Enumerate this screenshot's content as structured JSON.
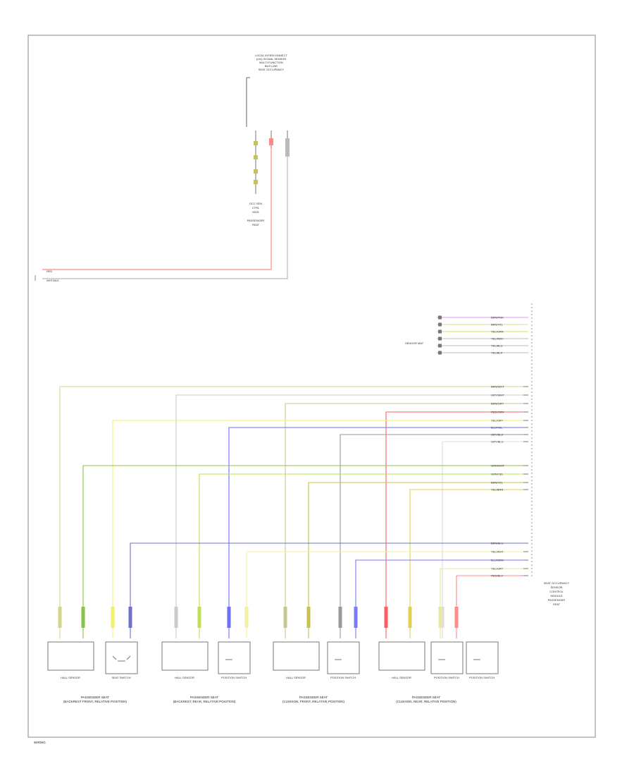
{
  "page_footer": "WIRING",
  "top_module": {
    "title_lines": [
      "LOCAL INTERCONNECT",
      "(LIN) SIGNAL SENSOR",
      "MULTI-FUNCTION",
      "BUS LINE",
      "SEAT OCCUPANCY"
    ],
    "connector_lines": [
      "OCC SEN",
      "CTRL",
      "MOD",
      "PASSENGER",
      "SEAT"
    ]
  },
  "left_wires": [
    {
      "label": "RED",
      "color": "#ff8888"
    },
    {
      "label": "WHT/BLK",
      "color": "#aaaaaa"
    }
  ],
  "right_module": {
    "name_lines": [
      "SEAT OCCUPANCY",
      "SENSOR",
      "CONTROL",
      "MODULE",
      "PASSENGER",
      "SEAT"
    ],
    "side_label": "SENSOR MAT"
  },
  "connector_wires": [
    {
      "label": "BRN/PNK",
      "color": "#f08cf0"
    },
    {
      "label": "BRN/YEL",
      "color": "#d8dc8c"
    },
    {
      "label": "YEL/GRN",
      "color": "#dddd55"
    },
    {
      "label": "YEL/RED",
      "color": "#bbbbbb"
    },
    {
      "label": "YEL/BLU",
      "color": "#bbbbbb"
    },
    {
      "label": "YEL/BLK",
      "color": "#bbbbbb"
    }
  ],
  "bus_wires": [
    {
      "label": "BRN/WHT",
      "color": "#d4d48c"
    },
    {
      "label": "GRY/WHT",
      "color": "#cccccc"
    },
    {
      "label": "BRN/GRY",
      "color": "#c8c890"
    },
    {
      "label": "RED/GRN",
      "color": "#ff5c5c"
    },
    {
      "label": "YEL/GRY",
      "color": "#f0f06a"
    },
    {
      "label": "BLU/YEL",
      "color": "#6e6eff"
    },
    {
      "label": "GRY/BLK",
      "color": "#999999"
    },
    {
      "label": "GRY/BLU",
      "color": "#dddddd"
    },
    {
      "label": "GRN/WHT",
      "color": "#88c44c"
    },
    {
      "label": "GRN/YEL",
      "color": "#c0e050"
    },
    {
      "label": "BRN/YEL",
      "color": "#c8c050"
    },
    {
      "label": "YEL/BRN",
      "color": "#e0d050"
    },
    {
      "label": "BRN/BLU",
      "color": "#7070c8"
    },
    {
      "label": "YEL/WHT",
      "color": "#f0f0a0"
    },
    {
      "label": "BLU/GRN",
      "color": "#7a7aff"
    },
    {
      "label": "YEL/GRY",
      "color": "#e8e8a0"
    },
    {
      "label": "RED/BLK",
      "color": "#ff8a8a"
    }
  ],
  "sensors": [
    {
      "caption_lines": [
        "PASSENGER SEAT",
        "(BACKREST FRONT, RELATIVE POSITION)"
      ],
      "box_label": "HALL SENSOR",
      "switch_label": "SEAT SWITCH"
    },
    {
      "caption_lines": [
        "PASSENGER SEAT",
        "(BACKREST, REAR, RELATIVE POSITION)"
      ],
      "box_label": "HALL SENSOR",
      "switch_label": "POSITION SWITCH"
    },
    {
      "caption_lines": [
        "PASSENGER SEAT",
        "(CUSHION, FRONT, RELATIVE POSITION)"
      ],
      "box_label": "HALL SENSOR",
      "switch_label": "POSITION SWITCH"
    },
    {
      "caption_lines": [
        "PASSENGER SEAT",
        "(CUSHION, REAR, RELATIVE POSITION)"
      ],
      "box_label": "HALL SENSOR",
      "switch_label": "POSITION SWITCH",
      "switch_label_2": "POSITION SWITCH"
    }
  ]
}
